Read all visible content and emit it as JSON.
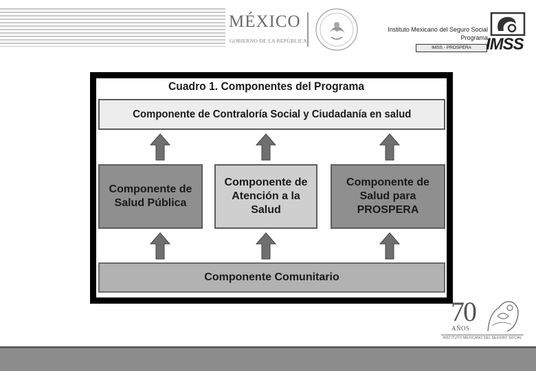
{
  "header": {
    "mexico_logo_word": "MÉXICO",
    "mexico_logo_sub": "GOBIERNO DE LA REPÚBLICA",
    "institution_line1": "Instituto Mexicano del Seguro Social",
    "institution_line2": "Programa",
    "program_badge": "IMSS - PROSPERA",
    "imss_logo_word": "IMSS"
  },
  "figure": {
    "title": "Cuadro 1. Componentes del Programa",
    "top_component": "Componente de Contraloría Social y Ciudadanía en salud",
    "left_component": [
      "Componente de",
      "Salud Pública"
    ],
    "middle_component": [
      "Componente de",
      "Atención a la",
      "Salud"
    ],
    "right_component": [
      "Componente de",
      "Salud para",
      "PROSPERA"
    ],
    "bottom_component": "Componente Comunitario"
  },
  "anniversary": {
    "number": "70",
    "years": "AÑOS",
    "caption": "INSTITUTO MEXICANO DEL SEGURO SOCIAL"
  },
  "colors": {
    "dark_box": "#8f8f8f",
    "light_box": "#cfcfcf",
    "arrow": "#6f6f6f",
    "footer": "#8c8c8c"
  }
}
